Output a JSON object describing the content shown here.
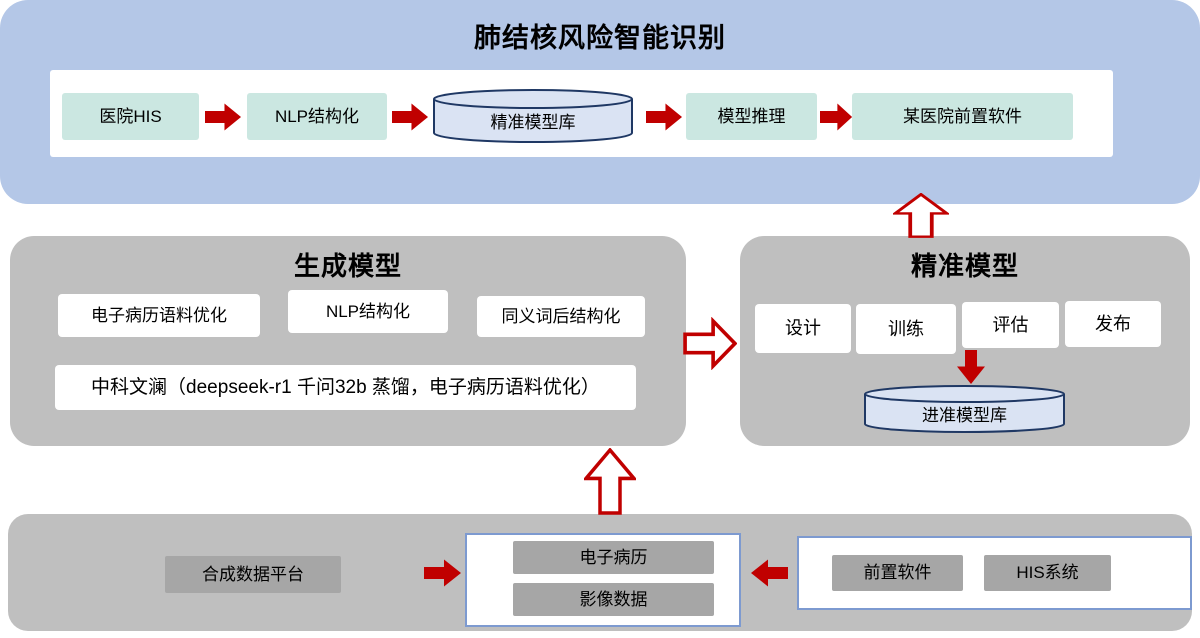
{
  "top_panel": {
    "title": "肺结核风险智能识别",
    "nodes": {
      "his": "医院HIS",
      "nlp": "NLP结构化",
      "model_db": "精准模型库",
      "inference": "模型推理",
      "hospital_front": "某医院前置软件"
    }
  },
  "generate_panel": {
    "title": "生成模型",
    "nodes": {
      "emr_corpus": "电子病历语料优化",
      "nlp": "NLP结构化",
      "synonym": "同义词后结构化",
      "zhongke": "中科文澜（deepseek-r1 千问32b 蒸馏，电子病历语料优化）"
    }
  },
  "precise_panel": {
    "title": "精准模型",
    "steps": {
      "design": "设计",
      "train": "训练",
      "evaluate": "评估",
      "publish": "发布"
    },
    "model_db": "进准模型库"
  },
  "bottom_panel": {
    "synth_platform": "合成数据平台",
    "emr": "电子病历",
    "imaging": "影像数据",
    "front_software": "前置软件",
    "his_system": "HIS系统"
  },
  "colors": {
    "accent_red": "#c00000",
    "panel_blue": "#b4c7e7",
    "panel_gray": "#bfbfbf",
    "node_teal": "#cbe7e1",
    "node_gray": "#a6a6a6",
    "cylinder_fill": "#dae3f3",
    "cylinder_border": "#1f3864",
    "blue_box_border": "#7d9ad0"
  }
}
